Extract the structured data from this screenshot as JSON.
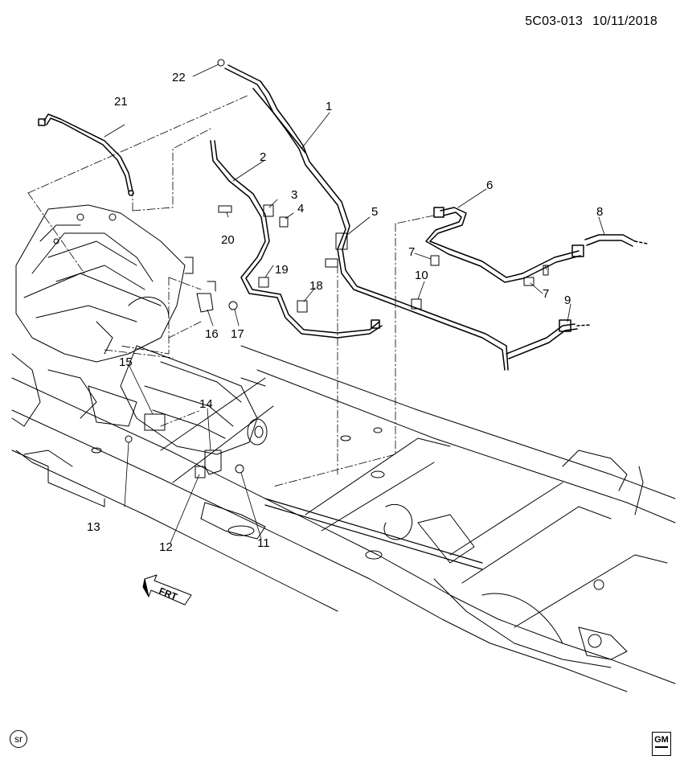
{
  "header": {
    "diagram_code": "5C03-013",
    "date": "10/11/2018"
  },
  "callouts": [
    "1",
    "2",
    "3",
    "4",
    "5",
    "6",
    "7",
    "7",
    "8",
    "9",
    "10",
    "11",
    "12",
    "13",
    "14",
    "15",
    "16",
    "17",
    "18",
    "19",
    "20",
    "21",
    "22"
  ],
  "direction_label": "FRT",
  "badges": {
    "sr": "sr",
    "gm": "GM"
  },
  "colors": {
    "line": "#000000",
    "frame_fill": "#ffffff",
    "shade": "#dcdcdc"
  }
}
